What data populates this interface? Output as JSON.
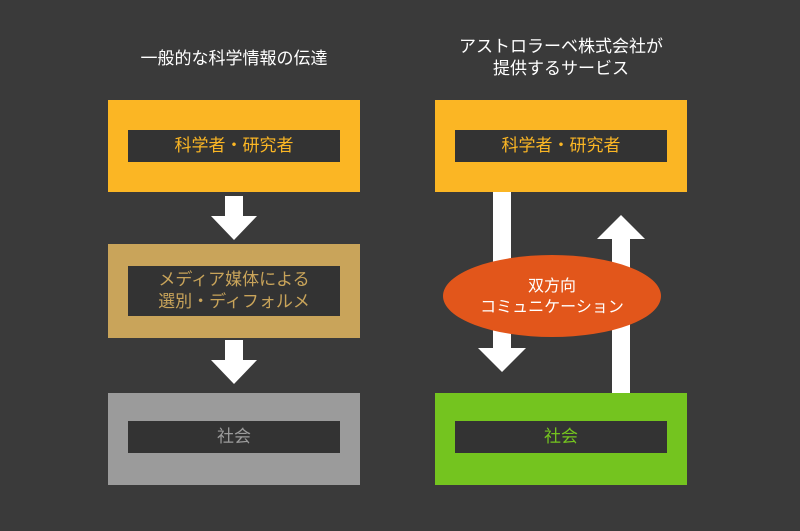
{
  "left": {
    "title": "一般的な科学情報の伝達",
    "box1_label": "科学者・研究者",
    "box2_line1": "メディア媒体による",
    "box2_line2": "選別・ディフォルメ",
    "box3_label": "社会"
  },
  "right": {
    "title_line1": "アストロラーベ株式会社が",
    "title_line2": "提供するサービス",
    "box1_label": "科学者・研究者",
    "box2_label": "社会",
    "bubble_line1": "双方向",
    "bubble_line2": "コミュニケーション"
  },
  "colors": {
    "background": "#3a3a3a",
    "scientist_box": "#fbb624",
    "media_box": "#c9a45a",
    "society_box_left": "#9b9b9b",
    "society_box_right": "#74c41f",
    "bubble": "#e2561b"
  }
}
